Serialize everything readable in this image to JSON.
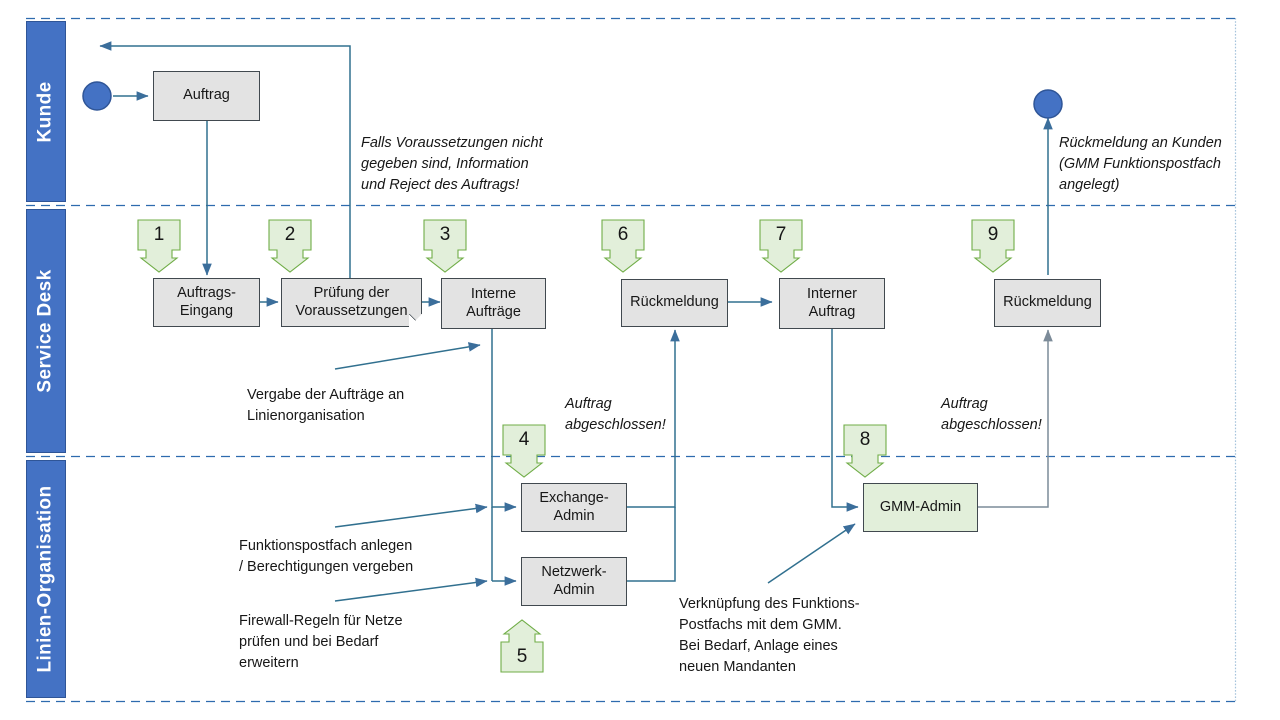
{
  "diagram": {
    "title": "Auftragsprozess Swimlane",
    "colors": {
      "lane_fill": "#4472C4",
      "lane_border": "#2F5597",
      "node_fill": "#E3E3E3",
      "node_green_fill": "#E2EFDA",
      "node_border": "#41494F",
      "connector": "#31708F",
      "start_circle": "#4472C4",
      "badge_fill": "#E2EFDA",
      "badge_border": "#70AD47"
    },
    "lanes": [
      {
        "id": "kunde",
        "label": "Kunde"
      },
      {
        "id": "service-desk",
        "label": "Service Desk"
      },
      {
        "id": "linien-organisation",
        "label": "Linien-Organisation"
      }
    ],
    "nodes": [
      {
        "id": "auftrag",
        "label": "Auftrag",
        "lane": "kunde",
        "fill": "grey",
        "folded": false
      },
      {
        "id": "auftrags-eingang",
        "label": "Auftrags-\nEingang",
        "lane": "service-desk",
        "fill": "grey",
        "folded": false
      },
      {
        "id": "pruefung",
        "label": "Prüfung der\nVoraussetzungen",
        "lane": "service-desk",
        "fill": "grey",
        "folded": true
      },
      {
        "id": "interne-auftraege",
        "label": "Interne\nAufträge",
        "lane": "service-desk",
        "fill": "grey",
        "folded": false
      },
      {
        "id": "rueckmeldung-1",
        "label": "Rückmeldung",
        "lane": "service-desk",
        "fill": "grey",
        "folded": false
      },
      {
        "id": "interner-auftrag",
        "label": "Interner\nAuftrag",
        "lane": "service-desk",
        "fill": "grey",
        "folded": false
      },
      {
        "id": "rueckmeldung-2",
        "label": "Rückmeldung",
        "lane": "service-desk",
        "fill": "grey",
        "folded": false
      },
      {
        "id": "exchange-admin",
        "label": "Exchange-\nAdmin",
        "lane": "linien-organisation",
        "fill": "grey",
        "folded": false
      },
      {
        "id": "netzwerk-admin",
        "label": "Netzwerk-\nAdmin",
        "lane": "linien-organisation",
        "fill": "grey",
        "folded": false
      },
      {
        "id": "gmm-admin",
        "label": "GMM-Admin",
        "lane": "linien-organisation",
        "fill": "green",
        "folded": false
      }
    ],
    "badges": [
      {
        "id": "badge-1",
        "number": "1",
        "direction": "down",
        "target": "auftrags-eingang"
      },
      {
        "id": "badge-2",
        "number": "2",
        "direction": "down",
        "target": "pruefung"
      },
      {
        "id": "badge-3",
        "number": "3",
        "direction": "down",
        "target": "interne-auftraege"
      },
      {
        "id": "badge-4",
        "number": "4",
        "direction": "down",
        "target": "exchange-admin"
      },
      {
        "id": "badge-5",
        "number": "5",
        "direction": "up",
        "target": "netzwerk-admin"
      },
      {
        "id": "badge-6",
        "number": "6",
        "direction": "down",
        "target": "rueckmeldung-1"
      },
      {
        "id": "badge-7",
        "number": "7",
        "direction": "down",
        "target": "interner-auftrag"
      },
      {
        "id": "badge-8",
        "number": "8",
        "direction": "down",
        "target": "gmm-admin"
      },
      {
        "id": "badge-9",
        "number": "9",
        "direction": "down",
        "target": "rueckmeldung-2"
      }
    ],
    "notes": [
      {
        "id": "note-reject",
        "text": "Falls Voraussetzungen  nicht\ngegeben sind, Information\nund Reject des Auftrags!",
        "italic": true
      },
      {
        "id": "note-rueckmeldung",
        "text": "Rückmeldung an Kunden\n(GMM Funktionspostfach\nangelegt)",
        "italic": true
      },
      {
        "id": "note-vergabe",
        "text": "Vergabe der Aufträge an\nLinienorganisation",
        "italic": false
      },
      {
        "id": "note-funktionspostfach",
        "text": "Funktionspostfach anlegen\n/ Berechtigungen vergeben",
        "italic": false
      },
      {
        "id": "note-firewall",
        "text": "Firewall-Regeln für Netze\nprüfen und bei Bedarf\nerweitern",
        "italic": false
      },
      {
        "id": "note-verknuepfung",
        "text": "Verknüpfung  des Funktions-\nPostfachs mit dem GMM.\nBei Bedarf, Anlage eines\nneuen Mandanten",
        "italic": false
      },
      {
        "id": "note-abgeschlossen-1",
        "text": "Auftrag\nabgeschlossen!",
        "italic": true
      },
      {
        "id": "note-abgeschlossen-2",
        "text": "Auftrag\nabgeschlossen!",
        "italic": true
      }
    ],
    "markers": [
      {
        "id": "start-node",
        "shape": "circle",
        "lane": "kunde",
        "role": "start"
      },
      {
        "id": "end-node",
        "shape": "circle",
        "lane": "kunde",
        "role": "end"
      }
    ]
  }
}
